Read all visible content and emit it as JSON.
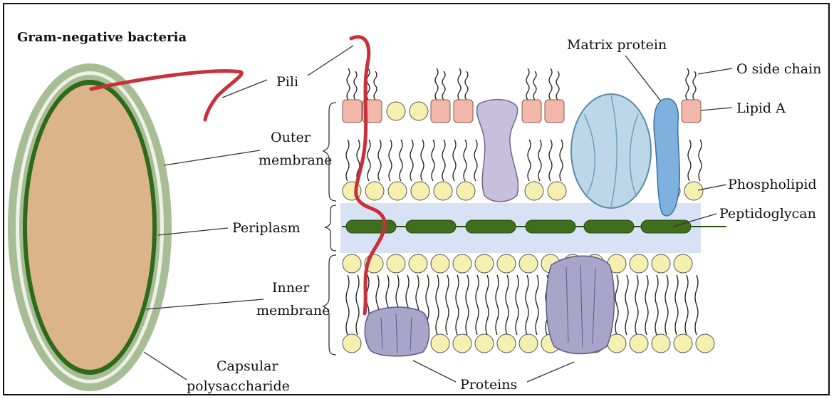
{
  "title": "Gram-negative bacteria",
  "labels": {
    "pili": "Pili",
    "outer_membrane": [
      "Outer",
      "membrane"
    ],
    "periplasm": "Periplasm",
    "inner_membrane": [
      "Inner",
      "membrane"
    ],
    "capsular": [
      "Capsular",
      "polysaccharide"
    ],
    "matrix_protein": "Matrix protein",
    "o_side_chain": "O side chain",
    "lipid_a": "Lipid A",
    "phospholipid": "Phospholipid",
    "peptidoglycan": "Peptidoglycan",
    "proteins": "Proteins"
  },
  "colors": {
    "cytoplasm": "#dcb48a",
    "inner_ring": "#2f6a1c",
    "capsule": "#a7bd95",
    "periplasm_band": "#d8e2f5",
    "pili": "#c8303a",
    "lipid_head": "#f6f0b0",
    "lipid_a": "#f2b7a8",
    "matrix_protein": "#7fb1de",
    "porin": "#bcd7e8",
    "protein_purple": "#a9a5c9",
    "peptidoglycan": "#3f6e1c"
  }
}
